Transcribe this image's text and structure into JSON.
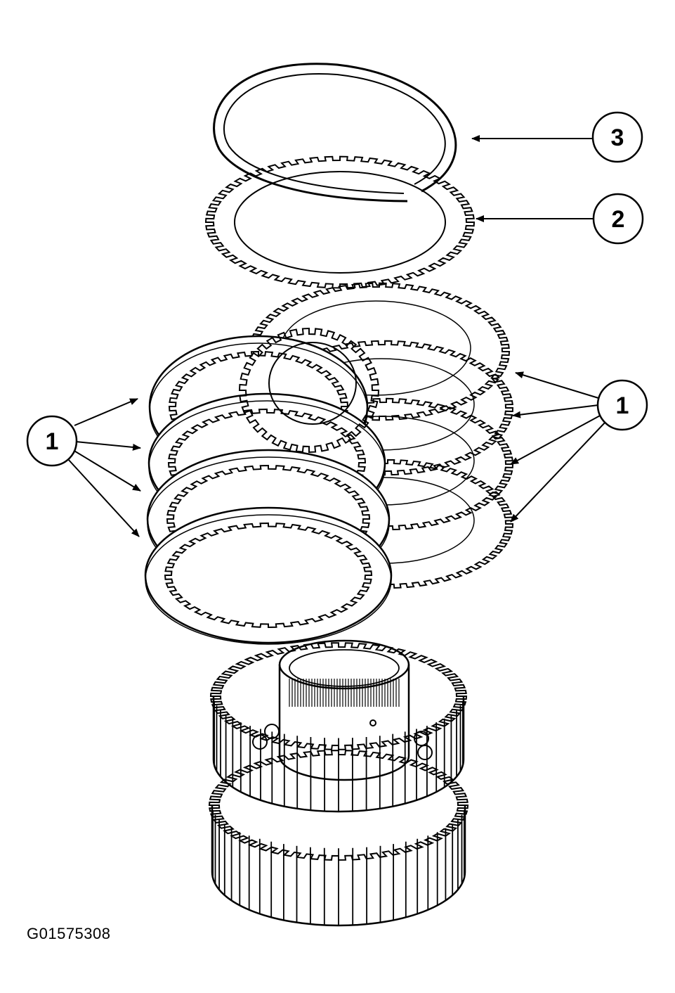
{
  "figure_id": "G01575308",
  "callouts": [
    {
      "id": "callout-3",
      "label": "3"
    },
    {
      "id": "callout-2",
      "label": "2"
    },
    {
      "id": "callout-1-left",
      "label": "1"
    },
    {
      "id": "callout-1-right",
      "label": "1"
    }
  ],
  "colors": {
    "ink": "#000000",
    "paper": "#ffffff"
  }
}
